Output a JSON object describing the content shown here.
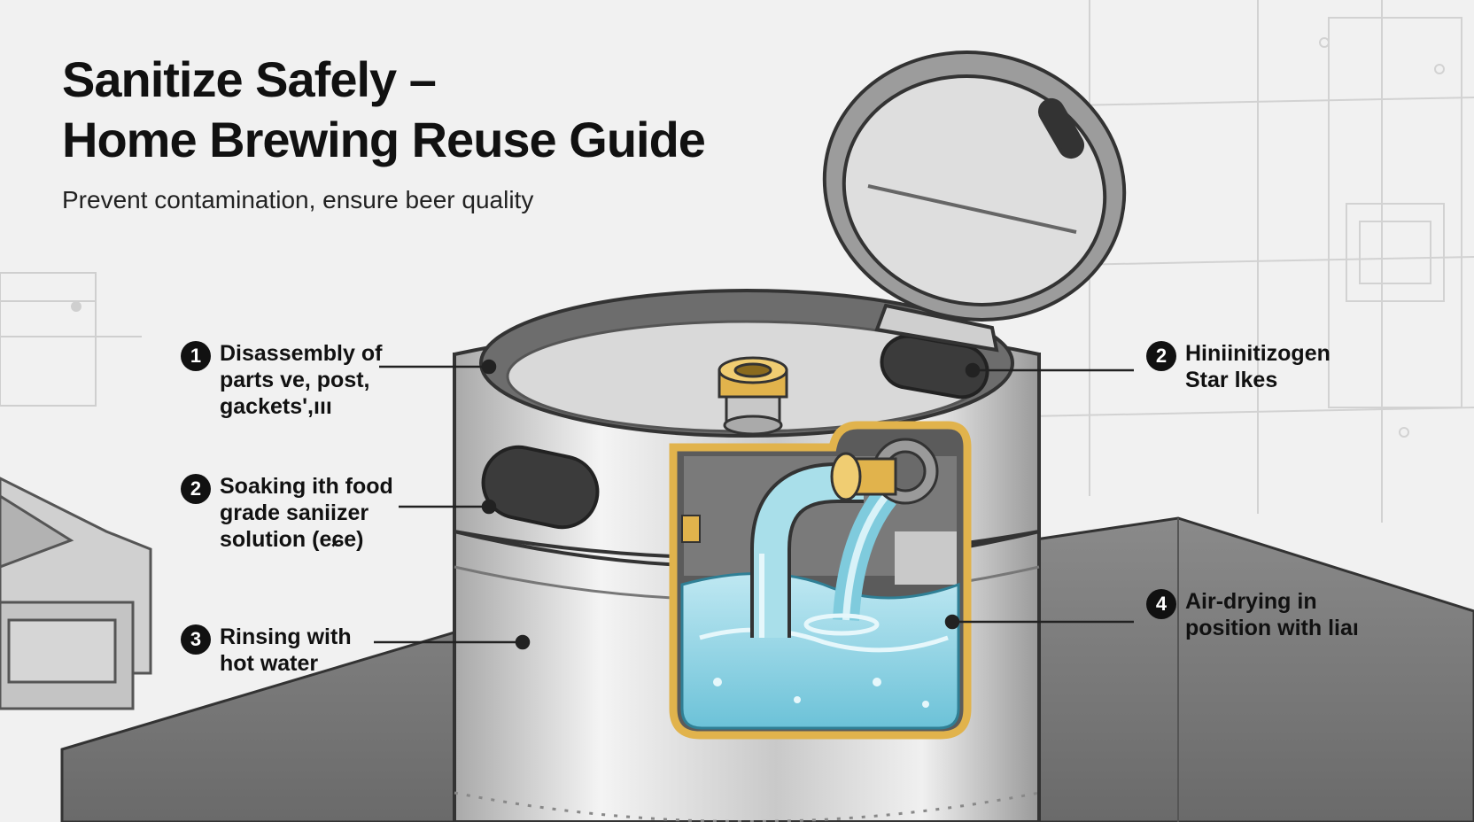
{
  "header": {
    "title_lines": [
      "Sanitize Safely –",
      "Home Brewing Reuse Guide"
    ],
    "subtitle": "Prevent contamination, ensure beer quality"
  },
  "callouts": [
    {
      "number": "1",
      "lines": [
        "Disassembly of",
        "parts ve, post,",
        "gackets',ııı"
      ]
    },
    {
      "number": "2",
      "lines": [
        "Soaking ith food",
        "grade saniizer",
        "solution (eɕe)"
      ]
    },
    {
      "number": "3",
      "lines": [
        "Rinsing with",
        "hot water"
      ]
    },
    {
      "number": "2",
      "lines": [
        "Hiniinitizogen",
        "Star lkes"
      ]
    },
    {
      "number": "4",
      "lines": [
        "Air-drying in",
        "position with liaı"
      ]
    }
  ],
  "colors": {
    "background": "#f1f1f1",
    "steel_light": "#e8e8e8",
    "steel_mid": "#b8b8b8",
    "steel_dark": "#555555",
    "counter": "#7a7a7a",
    "brass": "#e1b34c",
    "water": "#9fd8e6",
    "water_dark": "#5cb8d0",
    "ink": "#111111"
  },
  "icons": [
    "keg-illustration",
    "water-stream-icon",
    "valve-icon"
  ]
}
